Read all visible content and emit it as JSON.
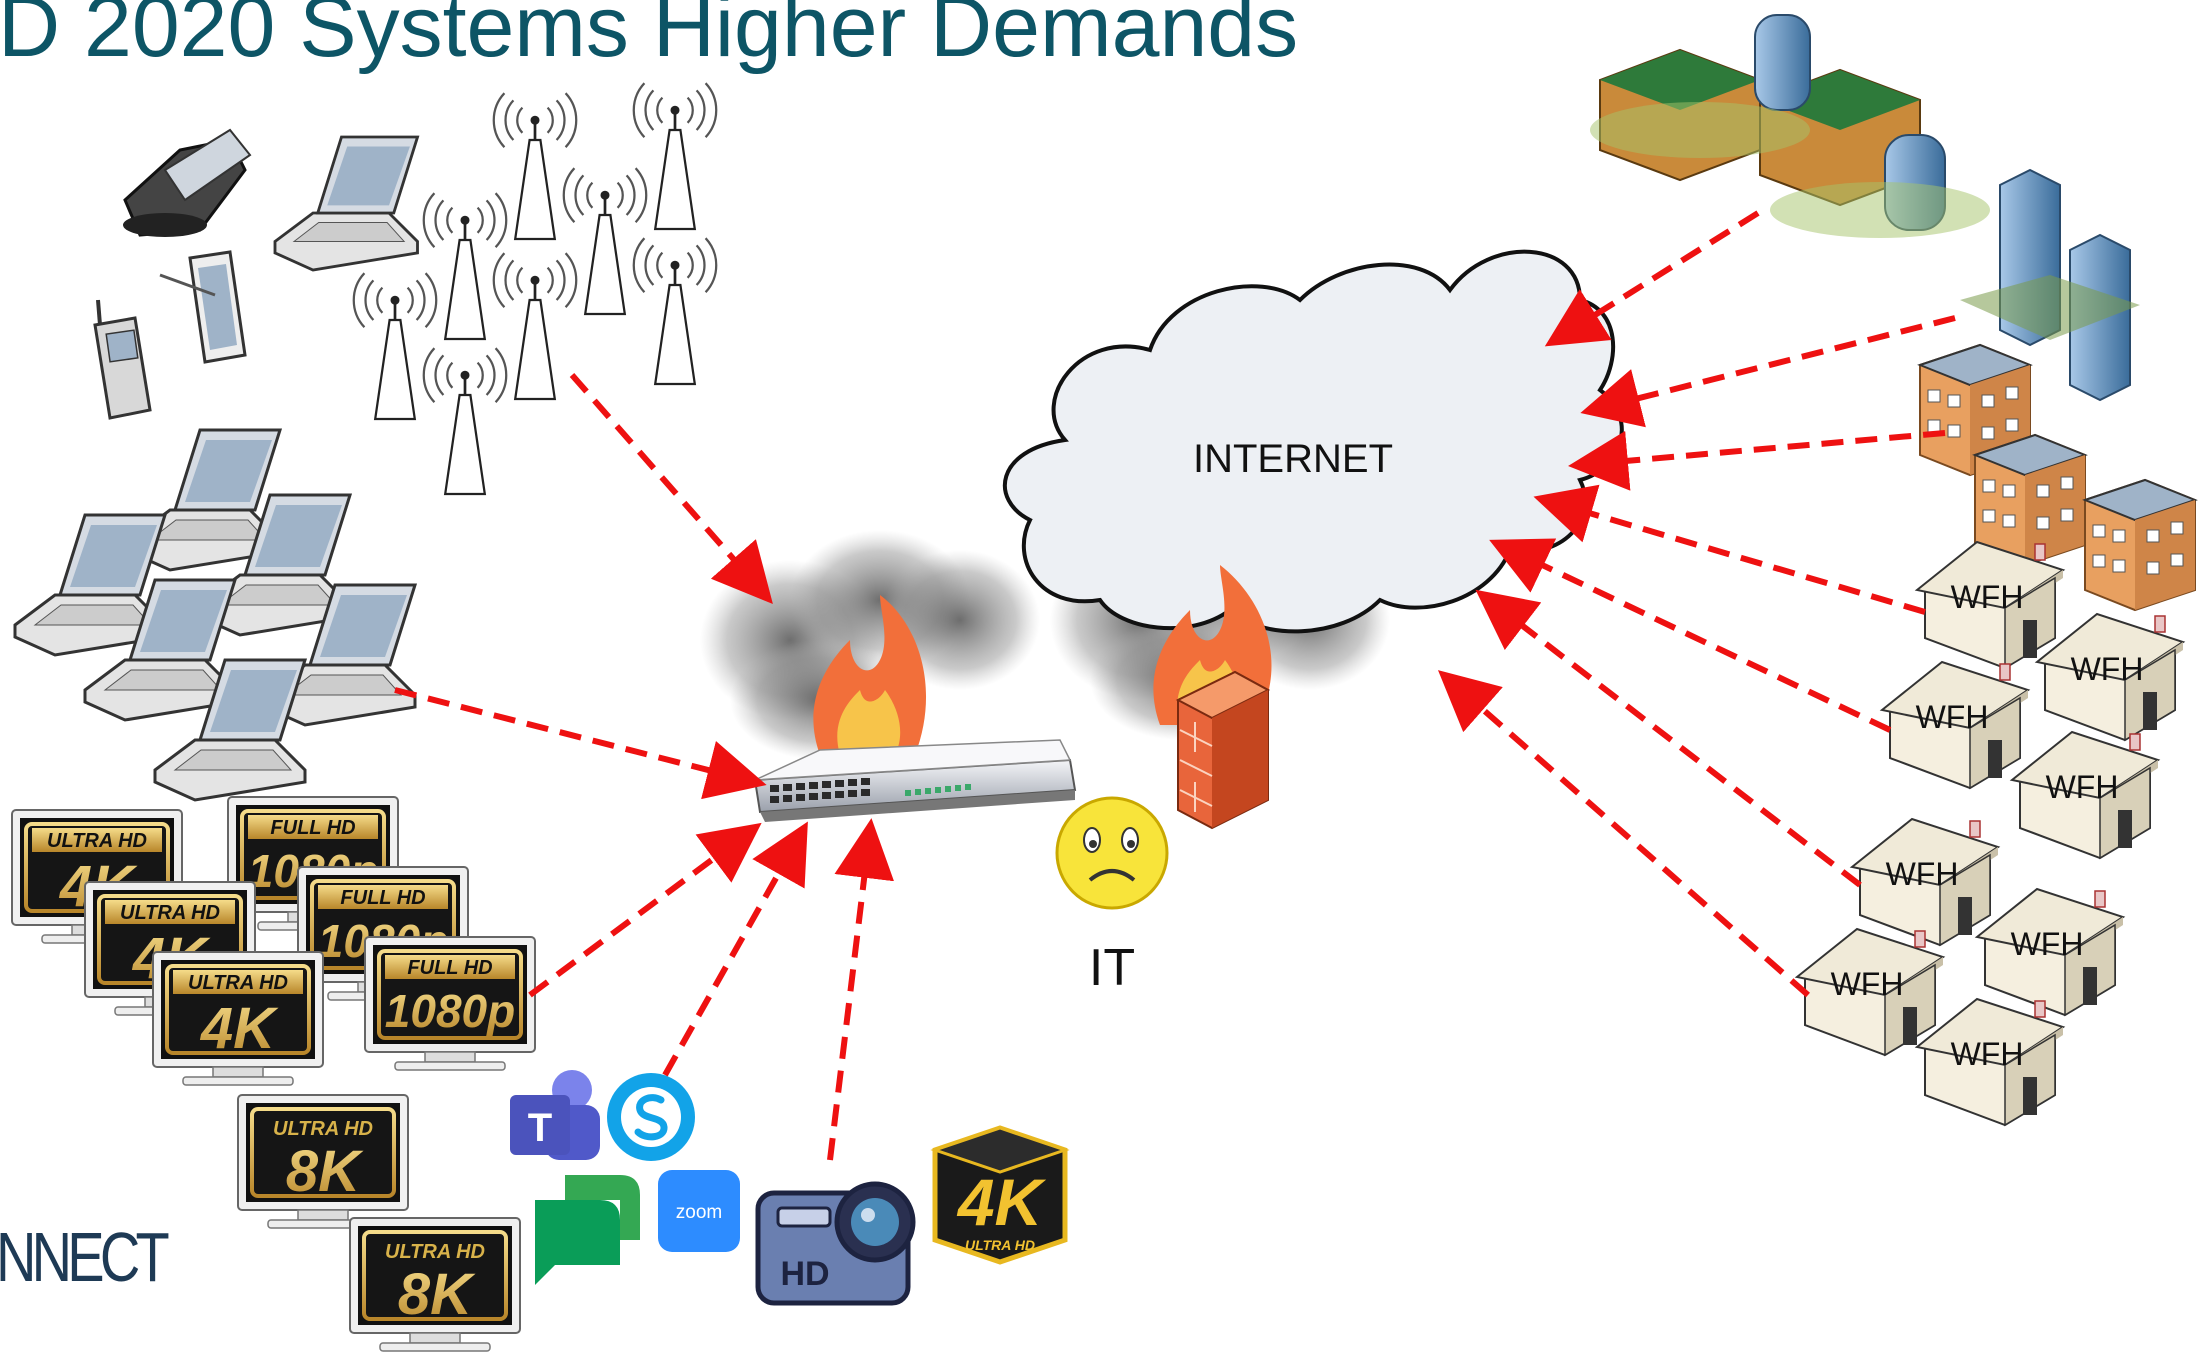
{
  "title": "D 2020 Systems Higher Demands",
  "logo_text": "NNECT",
  "cloud_label": "INTERNET",
  "it_label": "IT",
  "wfh_label": "WFH",
  "display_badges": {
    "uhd_top": "ULTRA HD",
    "uhd_main": "4K",
    "fhd_top": "FULL HD",
    "fhd_main": "1080p",
    "uhd8_top": "ULTRA HD",
    "uhd8_main": "8K"
  },
  "apps": {
    "teams": "T",
    "zoom": "zoom",
    "camera": "HD",
    "cube_main": "4K",
    "cube_sub": "ULTRA HD"
  },
  "colors": {
    "title": "#0d5566",
    "arrow": "#ee1111",
    "cloud_fill": "#edf0f4",
    "badge_gold": "#d8b24a",
    "badge_dark": "#141414"
  }
}
